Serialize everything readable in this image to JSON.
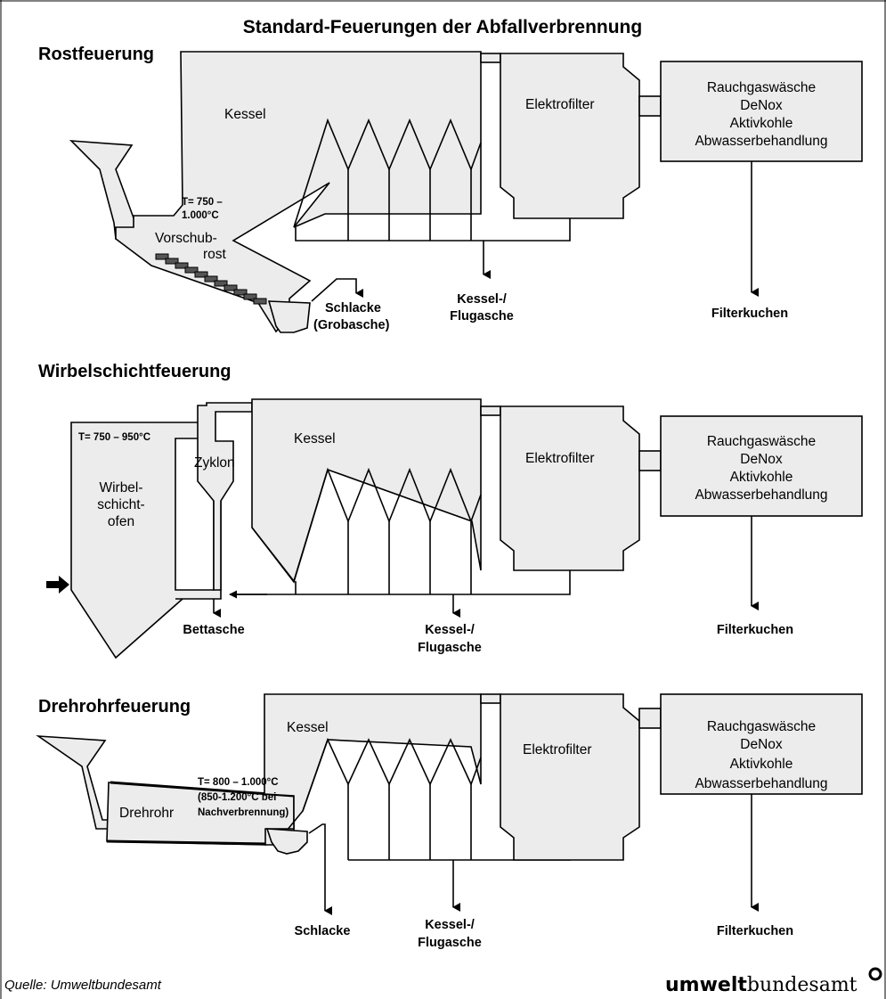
{
  "title": "Standard-Feuerungen der Abfallverbrennung",
  "sections": {
    "rost": {
      "heading": "Rostfeuerung",
      "kessel": "Kessel",
      "elektrofilter": "Elektrofilter",
      "cleaning": [
        "Rauchgaswäsche",
        "DeNox",
        "Aktivkohle",
        "Abwasserbehandlung"
      ],
      "temp": [
        "T= 750 –",
        "1.000°C"
      ],
      "rost_label": [
        "Vorschub-",
        "rost"
      ],
      "residue_slag": [
        "Schlacke",
        "(Grobasche)"
      ],
      "residue_ash": [
        "Kessel-/",
        "Flugasche"
      ],
      "residue_filter": "Filterkuchen"
    },
    "wirbel": {
      "heading": "Wirbelschichtfeuerung",
      "kessel": "Kessel",
      "elektrofilter": "Elektrofilter",
      "cleaning": [
        "Rauchgaswäsche",
        "DeNox",
        "Aktivkohle",
        "Abwasserbehandlung"
      ],
      "temp": "T= 750 – 950°C",
      "ofen": [
        "Wirbel-",
        "schicht-",
        "ofen"
      ],
      "zyklon": "Zyklon",
      "residue_bed": "Bettasche",
      "residue_ash": [
        "Kessel-/",
        "Flugasche"
      ],
      "residue_filter": "Filterkuchen"
    },
    "dreh": {
      "heading": "Drehrohrfeuerung",
      "kessel": "Kessel",
      "elektrofilter": "Elektrofilter",
      "cleaning": [
        "Rauchgaswäsche",
        "DeNox",
        "Aktivkohle",
        "Abwasserbehandlung"
      ],
      "drehrohr": "Drehrohr",
      "temp": [
        "T= 800 – 1.000°C",
        "(850-1.200°C bei",
        "Nachverbrennung)"
      ],
      "residue_slag": "Schlacke",
      "residue_ash": [
        "Kessel-/",
        "Flugasche"
      ],
      "residue_filter": "Filterkuchen"
    }
  },
  "source": "Quelle: Umweltbundesamt",
  "logo": {
    "bold": "umwelt",
    "normal": "bundesamt"
  }
}
